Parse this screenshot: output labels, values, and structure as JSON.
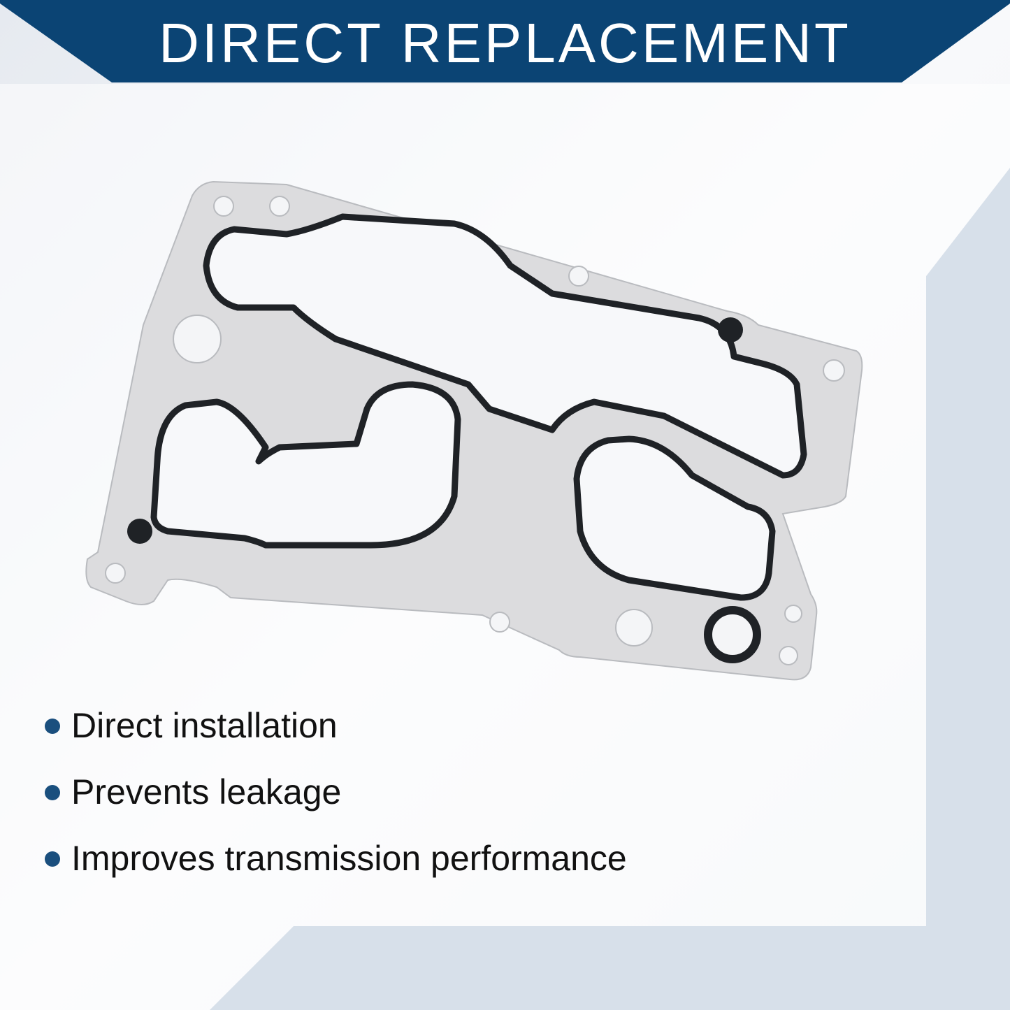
{
  "banner": {
    "title": "DIRECT REPLACEMENT",
    "color": "#0b4474"
  },
  "features": [
    {
      "label": "Direct installation"
    },
    {
      "label": "Prevents leakage"
    },
    {
      "label": "Improves transmission performance"
    }
  ],
  "colors": {
    "bullet": "#1a4f7e",
    "panel_blue": "#d7e0ea",
    "gasket_metal": "#dcdcde",
    "seal": "#1f2226"
  }
}
